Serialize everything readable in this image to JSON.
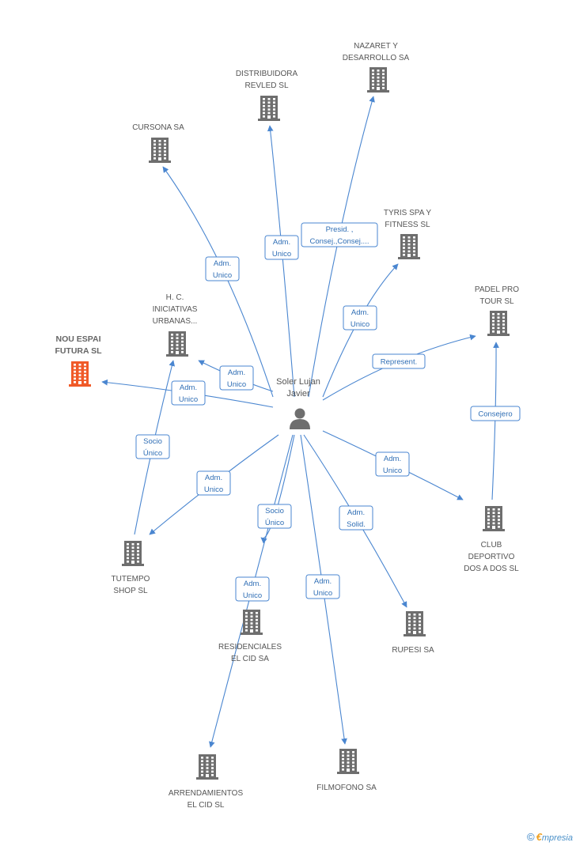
{
  "diagram": {
    "center": {
      "id": "person",
      "label_lines": [
        "Soler Lujan",
        "Javier"
      ]
    },
    "nodes": [
      {
        "id": "nazaret",
        "label_lines": [
          "NAZARET Y",
          "DESARROLLO SA"
        ],
        "icon": "building-icon"
      },
      {
        "id": "distribuidora",
        "label_lines": [
          "DISTRIBUIDORA",
          "REVLED SL"
        ],
        "icon": "building-icon"
      },
      {
        "id": "cursona",
        "label_lines": [
          "CURSONA SA"
        ],
        "icon": "building-icon"
      },
      {
        "id": "tyris",
        "label_lines": [
          "TYRIS SPA Y",
          "FITNESS SL"
        ],
        "icon": "building-icon"
      },
      {
        "id": "padel",
        "label_lines": [
          "PADEL PRO",
          "TOUR SL"
        ],
        "icon": "building-icon"
      },
      {
        "id": "hc",
        "label_lines": [
          "H. C.",
          "INICIATIVAS",
          "URBANAS..."
        ],
        "icon": "building-icon"
      },
      {
        "id": "nou",
        "label_lines": [
          "NOU ESPAI",
          "FUTURA SL"
        ],
        "icon": "building-icon",
        "focus": true
      },
      {
        "id": "club",
        "label_lines": [
          "CLUB",
          "DEPORTIVO",
          "DOS A DOS SL"
        ],
        "icon": "building-icon"
      },
      {
        "id": "tutempo",
        "label_lines": [
          "TUTEMPO",
          "SHOP SL"
        ],
        "icon": "building-icon"
      },
      {
        "id": "residenciales",
        "label_lines": [
          "RESIDENCIALES",
          "EL CID SA"
        ],
        "icon": "building-icon"
      },
      {
        "id": "rupesi",
        "label_lines": [
          "RUPESI SA"
        ],
        "icon": "building-icon"
      },
      {
        "id": "arrendamientos",
        "label_lines": [
          "ARRENDAMIENTOS",
          "EL CID SL"
        ],
        "icon": "building-icon"
      },
      {
        "id": "filmofono",
        "label_lines": [
          "FILMOFONO SA"
        ],
        "icon": "building-icon"
      }
    ],
    "edges": [
      {
        "from": "person",
        "to": "nazaret",
        "label_lines": [
          "Presid. ,",
          "Consej.,Consej...."
        ]
      },
      {
        "from": "person",
        "to": "distribuidora",
        "label_lines": [
          "Adm.",
          "Unico"
        ]
      },
      {
        "from": "person",
        "to": "cursona",
        "label_lines": [
          "Adm.",
          "Unico"
        ]
      },
      {
        "from": "person",
        "to": "tyris",
        "label_lines": [
          "Adm.",
          "Unico"
        ]
      },
      {
        "from": "person",
        "to": "padel",
        "label_lines": [
          "Represent."
        ]
      },
      {
        "from": "person",
        "to": "hc",
        "label_lines": [
          "Adm.",
          "Unico"
        ]
      },
      {
        "from": "person",
        "to": "nou",
        "label_lines": [
          "Adm.",
          "Unico"
        ]
      },
      {
        "from": "person",
        "to": "club",
        "label_lines": [
          "Adm.",
          "Unico"
        ]
      },
      {
        "from": "person",
        "to": "tutempo",
        "label_lines": [
          "Adm.",
          "Unico"
        ]
      },
      {
        "from": "person",
        "to": "residenciales",
        "label_lines": [
          "Socio",
          "Único"
        ]
      },
      {
        "from": "person",
        "to": "rupesi",
        "label_lines": [
          "Adm.",
          "Solid."
        ]
      },
      {
        "from": "person",
        "to": "arrendamientos",
        "label_lines": [
          "Adm.",
          "Unico"
        ]
      },
      {
        "from": "person",
        "to": "filmofono",
        "label_lines": [
          "Adm.",
          "Unico"
        ]
      },
      {
        "from": "tutempo",
        "to": "hc",
        "label_lines": [
          "Socio",
          "Único"
        ]
      },
      {
        "from": "club",
        "to": "padel",
        "label_lines": [
          "Consejero"
        ]
      }
    ]
  },
  "colors": {
    "edge": "#4a86d0",
    "edge_label_border": "#4a86d0",
    "edge_label_text": "#2f6eb5",
    "building": "#6e6e6e",
    "building_focus": "#f05a28",
    "person": "#6e6e6e"
  },
  "footer": {
    "copyright_symbol": "©",
    "brand_initial": "€",
    "brand_rest": "mpresia"
  }
}
